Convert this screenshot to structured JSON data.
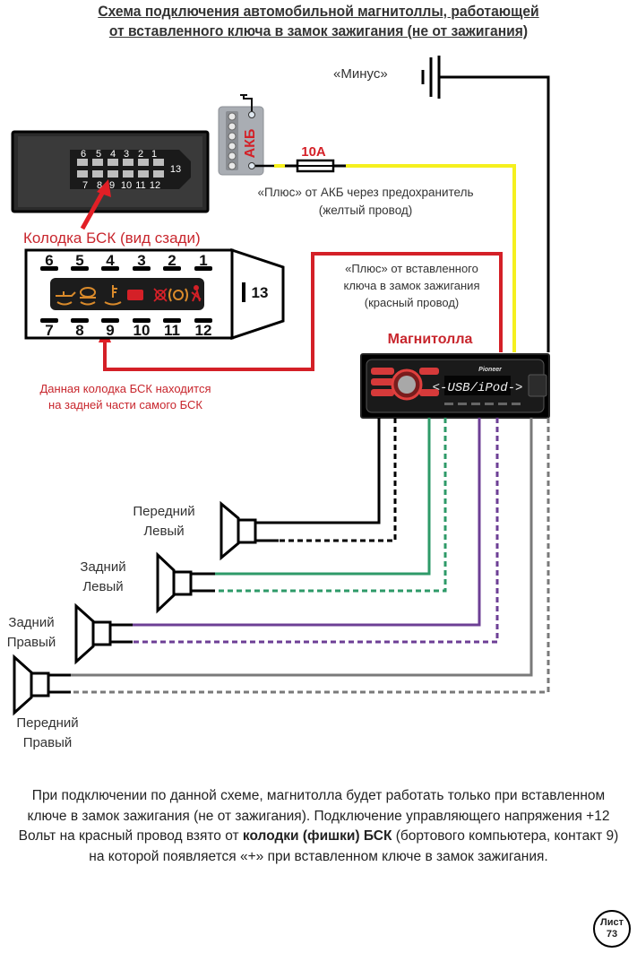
{
  "title": {
    "line1": "Схема подключения автомобильной магнитоллы, работающей",
    "line2": "от вставленного ключа в замок зажигания (не от зажигания)"
  },
  "ground": {
    "label": "«Минус»"
  },
  "battery": {
    "label": "АКБ"
  },
  "fuse": {
    "label": "10A"
  },
  "yellow_wire": {
    "line1": "«Плюс» от АКБ через предохранитель",
    "line2": "(желтый провод)"
  },
  "red_wire": {
    "line1": "«Плюс» от вставленного",
    "line2": "ключа в замок зажигания",
    "line3": "(красный провод)"
  },
  "head_unit": {
    "label": "Магнитолла",
    "brand": "Pioneer",
    "display": "<-USB/iPod->"
  },
  "photo_connector": {
    "top_pins": [
      "6",
      "5",
      "4",
      "3",
      "2",
      "1"
    ],
    "bottom_pins": [
      "7",
      "8",
      "9",
      "10",
      "11",
      "12"
    ],
    "side_pin": "13"
  },
  "bsk_connector": {
    "caption": "Колодка БСК (вид сзади)",
    "top_pins": [
      "6",
      "5",
      "4",
      "3",
      "2",
      "1"
    ],
    "bottom_pins": [
      "7",
      "8",
      "9",
      "10",
      "11",
      "12"
    ],
    "side_pin": "13",
    "indicator_icons": [
      "oil-can-icon",
      "oil-level-icon",
      "coolant-temp-icon",
      "battery-icon",
      "bulb-fault-icon",
      "brake-pad-icon",
      "seatbelt-icon"
    ]
  },
  "bsk_note": {
    "line1": "Данная колодка БСК находится",
    "line2": "на задней части самого БСК"
  },
  "speakers": [
    {
      "line1": "Передний",
      "line2": "Левый",
      "wire_color": "#000000"
    },
    {
      "line1": "Задний",
      "line2": "Левый",
      "wire_color": "#2e9a68"
    },
    {
      "line1": "Задний",
      "line2": "Правый",
      "wire_color": "#6d3f95"
    },
    {
      "line1": "Передний",
      "line2": "Правый",
      "wire_color": "#7a7a7a"
    }
  ],
  "colors": {
    "red_wire": "#d42027",
    "yellow_wire": "#f5f01e",
    "ground_wire": "#000000",
    "label_red": "#c8262d"
  },
  "footer": {
    "part1": "При подключении по данной схеме, магнитолла будет работать только при вставленном ключе в замок зажигания (не от зажигания). Подключение управляющего напряжения +12 Вольт на красный провод взято от ",
    "bold": "колодки (фишки) БСК",
    "part2": " (бортового компьютера, контакт 9) на которой появляется «+» при вставленном ключе в замок зажигания."
  },
  "sheet": {
    "label": "Лист",
    "number": "73"
  }
}
